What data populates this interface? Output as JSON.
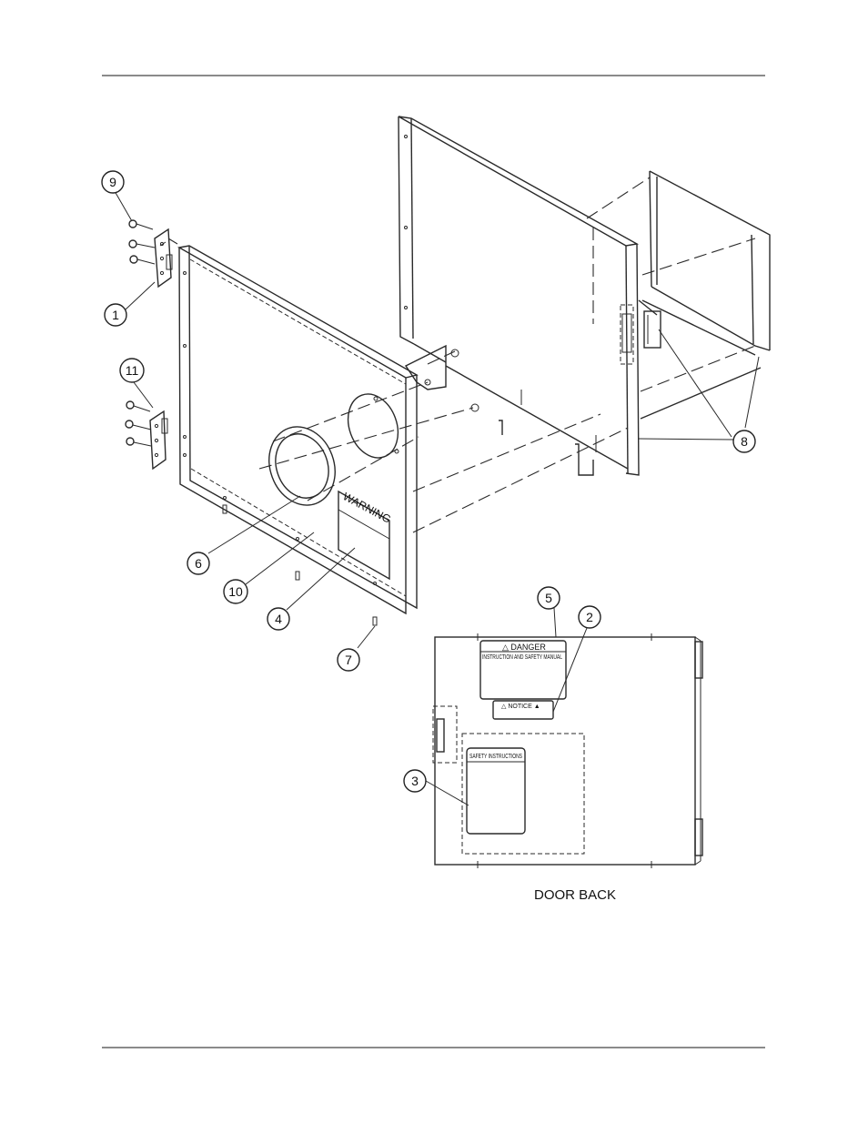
{
  "callouts": {
    "c1": "1",
    "c2": "2",
    "c3": "3",
    "c4": "4",
    "c5": "5",
    "c6": "6",
    "c7": "7",
    "c8": "8",
    "c9": "9",
    "c10": "10",
    "c11": "11"
  },
  "labels": {
    "warning": "WARNING",
    "danger": "△ DANGER",
    "manual": "INSTRUCTION AND SAFETY MANUAL",
    "notice": "△  NOTICE  ▲",
    "safety": "SAFETY INSTRUCTIONS"
  },
  "caption": {
    "door_back": "DOOR BACK"
  }
}
